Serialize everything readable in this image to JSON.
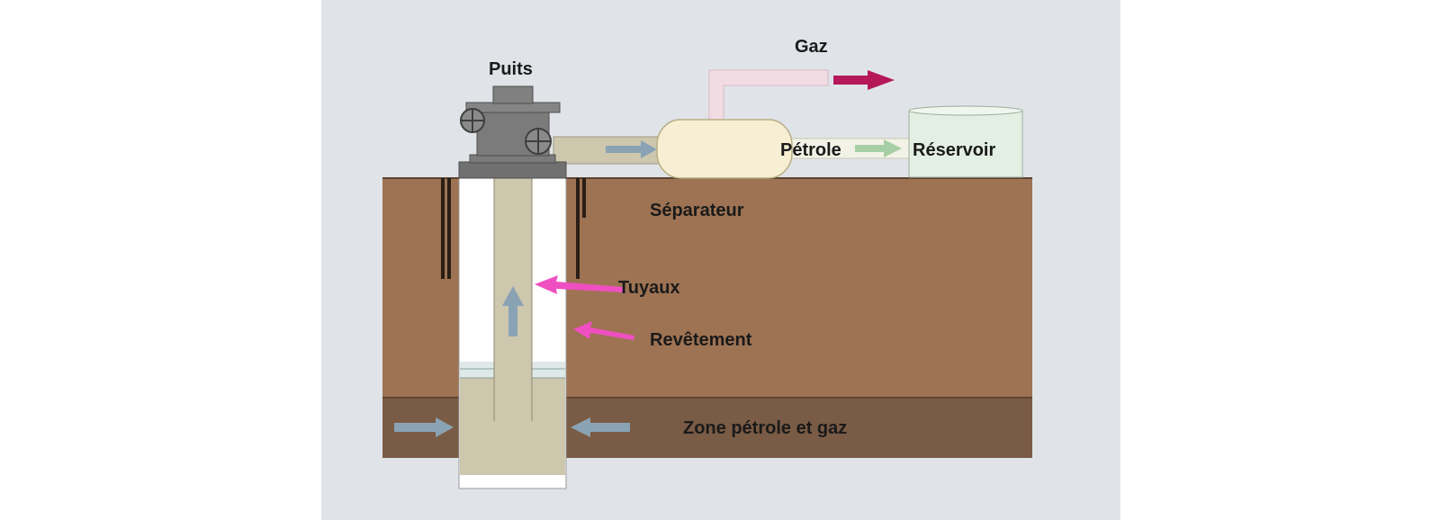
{
  "labels": {
    "puits": "Puits",
    "gaz": "Gaz",
    "petrole": "Pétrole",
    "reservoir": "Réservoir",
    "separateur": "Séparateur",
    "tuyaux": "Tuyaux",
    "revetement": "Revêtement",
    "zone": "Zone pétrole et gaz"
  },
  "colors": {
    "panel": "#e0e4e8",
    "soil": "#9e7353",
    "oil_zone": "#7a5b45",
    "fluid": "#cdc7ad",
    "wellhead": "#7b7b7b",
    "separator": "#f7efd3",
    "gas_pipe": "#f2dce4",
    "tank": "#e3efe3",
    "gas_arrow": "#b5195a",
    "label_arrow": "#ef4fc1",
    "flow_arrow": "#8aa3b4",
    "oil_arrow": "#a7cfa5"
  }
}
